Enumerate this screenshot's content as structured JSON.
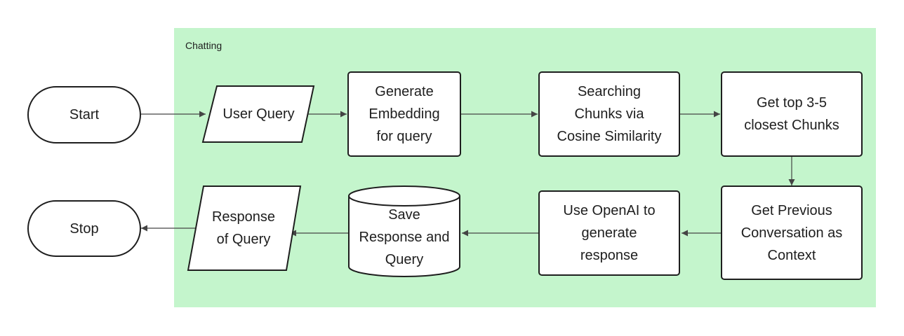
{
  "group": {
    "label": "Chatting",
    "fill": "#c4f5cc"
  },
  "colors": {
    "node_fill": "#ffffff",
    "node_stroke": "#1e1e1e",
    "edge": "#444444"
  },
  "nodes": {
    "start": {
      "label": "Start",
      "shape": "terminator"
    },
    "user_query": {
      "label": "User Query",
      "shape": "data"
    },
    "generate_embedding": {
      "label": "Generate\nEmbedding\nfor query",
      "shape": "process"
    },
    "searching_chunks": {
      "label": "Searching\nChunks via\nCosine Similarity",
      "shape": "process"
    },
    "top_chunks": {
      "label": "Get top 3-5\nclosest Chunks",
      "shape": "process"
    },
    "previous_conversation": {
      "label": "Get Previous\nConversation as\nContext",
      "shape": "process"
    },
    "use_openai": {
      "label": "Use OpenAI to\ngenerate\nresponse",
      "shape": "process"
    },
    "save_response": {
      "label": "Save\nResponse and\nQuery",
      "shape": "database"
    },
    "response_of_query": {
      "label": "Response\nof Query",
      "shape": "data"
    },
    "stop": {
      "label": "Stop",
      "shape": "terminator"
    }
  },
  "edges": [
    {
      "from": "start",
      "to": "user_query"
    },
    {
      "from": "user_query",
      "to": "generate_embedding"
    },
    {
      "from": "generate_embedding",
      "to": "searching_chunks"
    },
    {
      "from": "searching_chunks",
      "to": "top_chunks"
    },
    {
      "from": "top_chunks",
      "to": "previous_conversation"
    },
    {
      "from": "previous_conversation",
      "to": "use_openai"
    },
    {
      "from": "use_openai",
      "to": "save_response"
    },
    {
      "from": "save_response",
      "to": "response_of_query"
    },
    {
      "from": "response_of_query",
      "to": "stop"
    }
  ]
}
